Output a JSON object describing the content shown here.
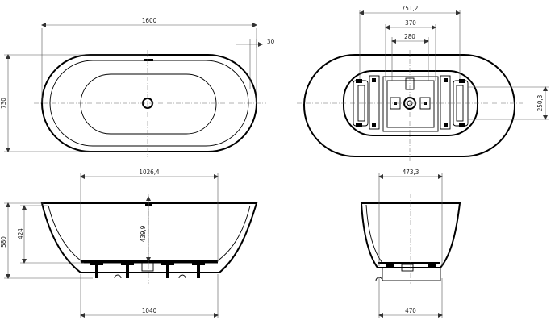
{
  "drawing": {
    "top_view": {
      "length_label": "1600",
      "width_label": "730",
      "rim_label": "30"
    },
    "bottom_view": {
      "outer_label": "751,2",
      "middle_label": "370",
      "inner_label": "280",
      "side_label": "250,3"
    },
    "front_view": {
      "top_width_label": "1026,4",
      "total_height_label": "580",
      "depth_label": "424",
      "inner_depth_label": "439,9",
      "base_width_label": "1040"
    },
    "side_view": {
      "top_width_label": "473,3",
      "base_width_label": "470"
    }
  }
}
